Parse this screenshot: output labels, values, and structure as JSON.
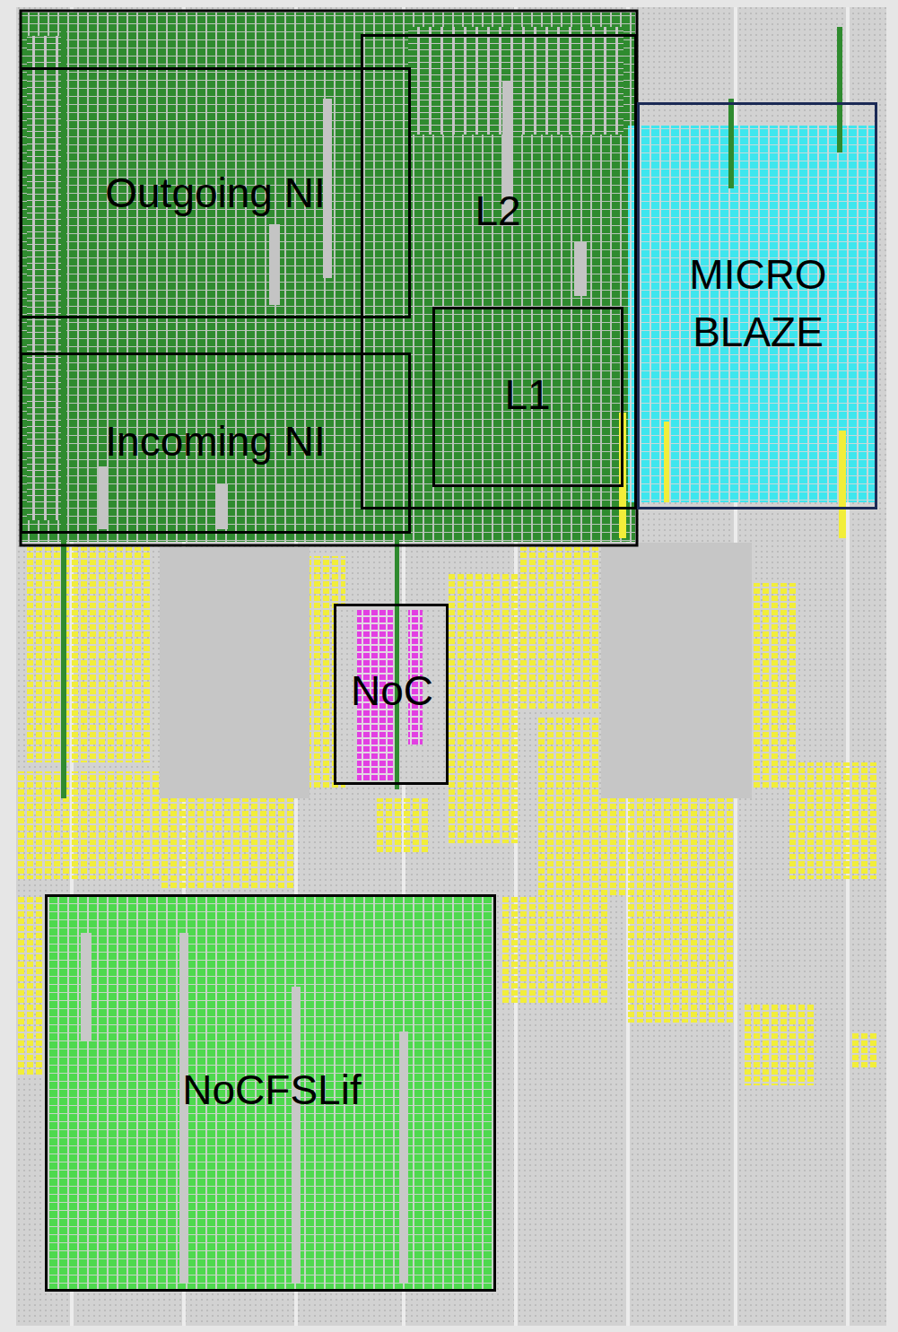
{
  "diagram": {
    "nodes": [
      {
        "text": [
          "Outgoing NI"
        ]
      },
      {
        "text": [
          "L2"
        ]
      },
      {
        "text": [
          "L1"
        ],
        "in": 1
      },
      {
        "text": [
          "MICRO BLAZE"
        ]
      },
      {
        "text": [
          "Incoming NI"
        ]
      },
      {
        "text": [
          "NoC"
        ]
      },
      {
        "text": [
          "NoCFSLif"
        ]
      }
    ]
  }
}
